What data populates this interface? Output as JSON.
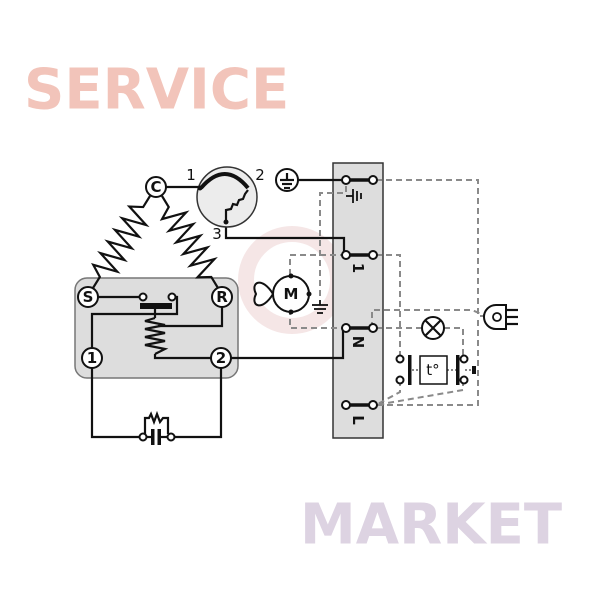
{
  "watermark": {
    "left": "SERVICE",
    "right": "MARKET",
    "left_color": "#f2c4ba",
    "right_color": "#ddd3e2",
    "gear_color": "#eed5d5"
  },
  "compressor": {
    "common": "C",
    "start": "S",
    "run": "R"
  },
  "relay": {
    "terminal_1": "1",
    "terminal_2": "2"
  },
  "protector": {
    "pin_1": "1",
    "pin_2": "2",
    "pin_3": "3"
  },
  "fan_motor": {
    "label": "M"
  },
  "terminal_block": {
    "rows": [
      "1",
      "N",
      "L"
    ]
  },
  "thermostat": {
    "label": "t°"
  },
  "colors": {
    "wire": "#111111",
    "dashed_wire": "#8a8a8a",
    "panel": "#dddddd"
  },
  "icons": [
    "ground-icon",
    "fan-icon",
    "lamp-icon",
    "plug-icon",
    "capacitor-icon",
    "resistor-icon"
  ]
}
